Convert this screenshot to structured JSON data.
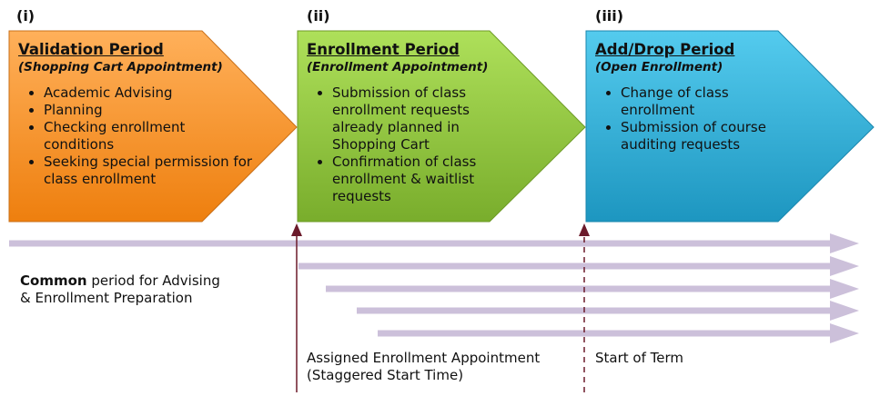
{
  "labels": [
    "(i)",
    "(ii)",
    "(iii)"
  ],
  "phases": [
    {
      "title": "Validation Period",
      "subtitle": "(Shopping Cart Appointment)",
      "bullets": [
        "Academic Advising",
        "Planning",
        "Checking enrollment conditions",
        "Seeking special permission for class enrollment"
      ],
      "color": "#f7921e"
    },
    {
      "title": "Enrollment Period",
      "subtitle": "(Enrollment Appointment)",
      "bullets": [
        "Submission of class enrollment requests already planned in Shopping Cart",
        "Confirmation of class enrollment & waitlist requests"
      ],
      "color": "#8fc13a"
    },
    {
      "title": "Add/Drop Period",
      "subtitle": "(Open Enrollment)",
      "bullets": [
        "Change of class enrollment",
        "Submission of course auditing requests"
      ],
      "color": "#2aafd6"
    }
  ],
  "common": {
    "bold": "Common",
    "rest": " period for Advising",
    "line2": "& Enrollment Preparation"
  },
  "appointment": {
    "line1": "Assigned Enrollment Appointment",
    "line2": "(Staggered Start Time)"
  },
  "start_of_term": "Start of Term",
  "colors": {
    "timeline": "#ccc0da",
    "marker": "#6b1a2a"
  }
}
